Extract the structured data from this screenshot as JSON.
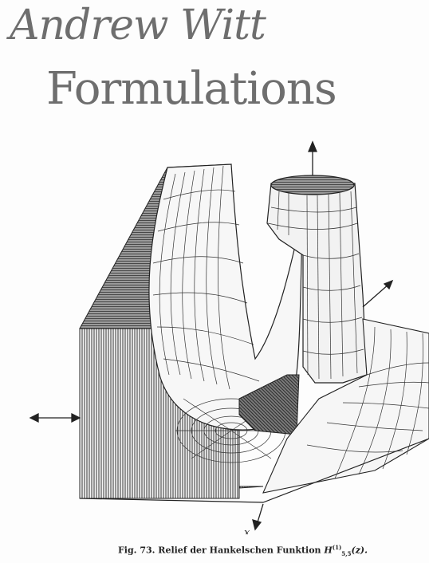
{
  "cover": {
    "author": "Andrew Witt",
    "title": "Formulations"
  },
  "figure": {
    "axis_label_x": "x",
    "caption_prefix": "Fig. 73. Relief der Hankelschen Funktion",
    "caption_func": "H",
    "caption_sup": "(1)",
    "caption_sub": "5,5",
    "caption_arg": "(z)."
  },
  "colors": {
    "title_gray": "#6e6e6e",
    "ink": "#222222"
  }
}
